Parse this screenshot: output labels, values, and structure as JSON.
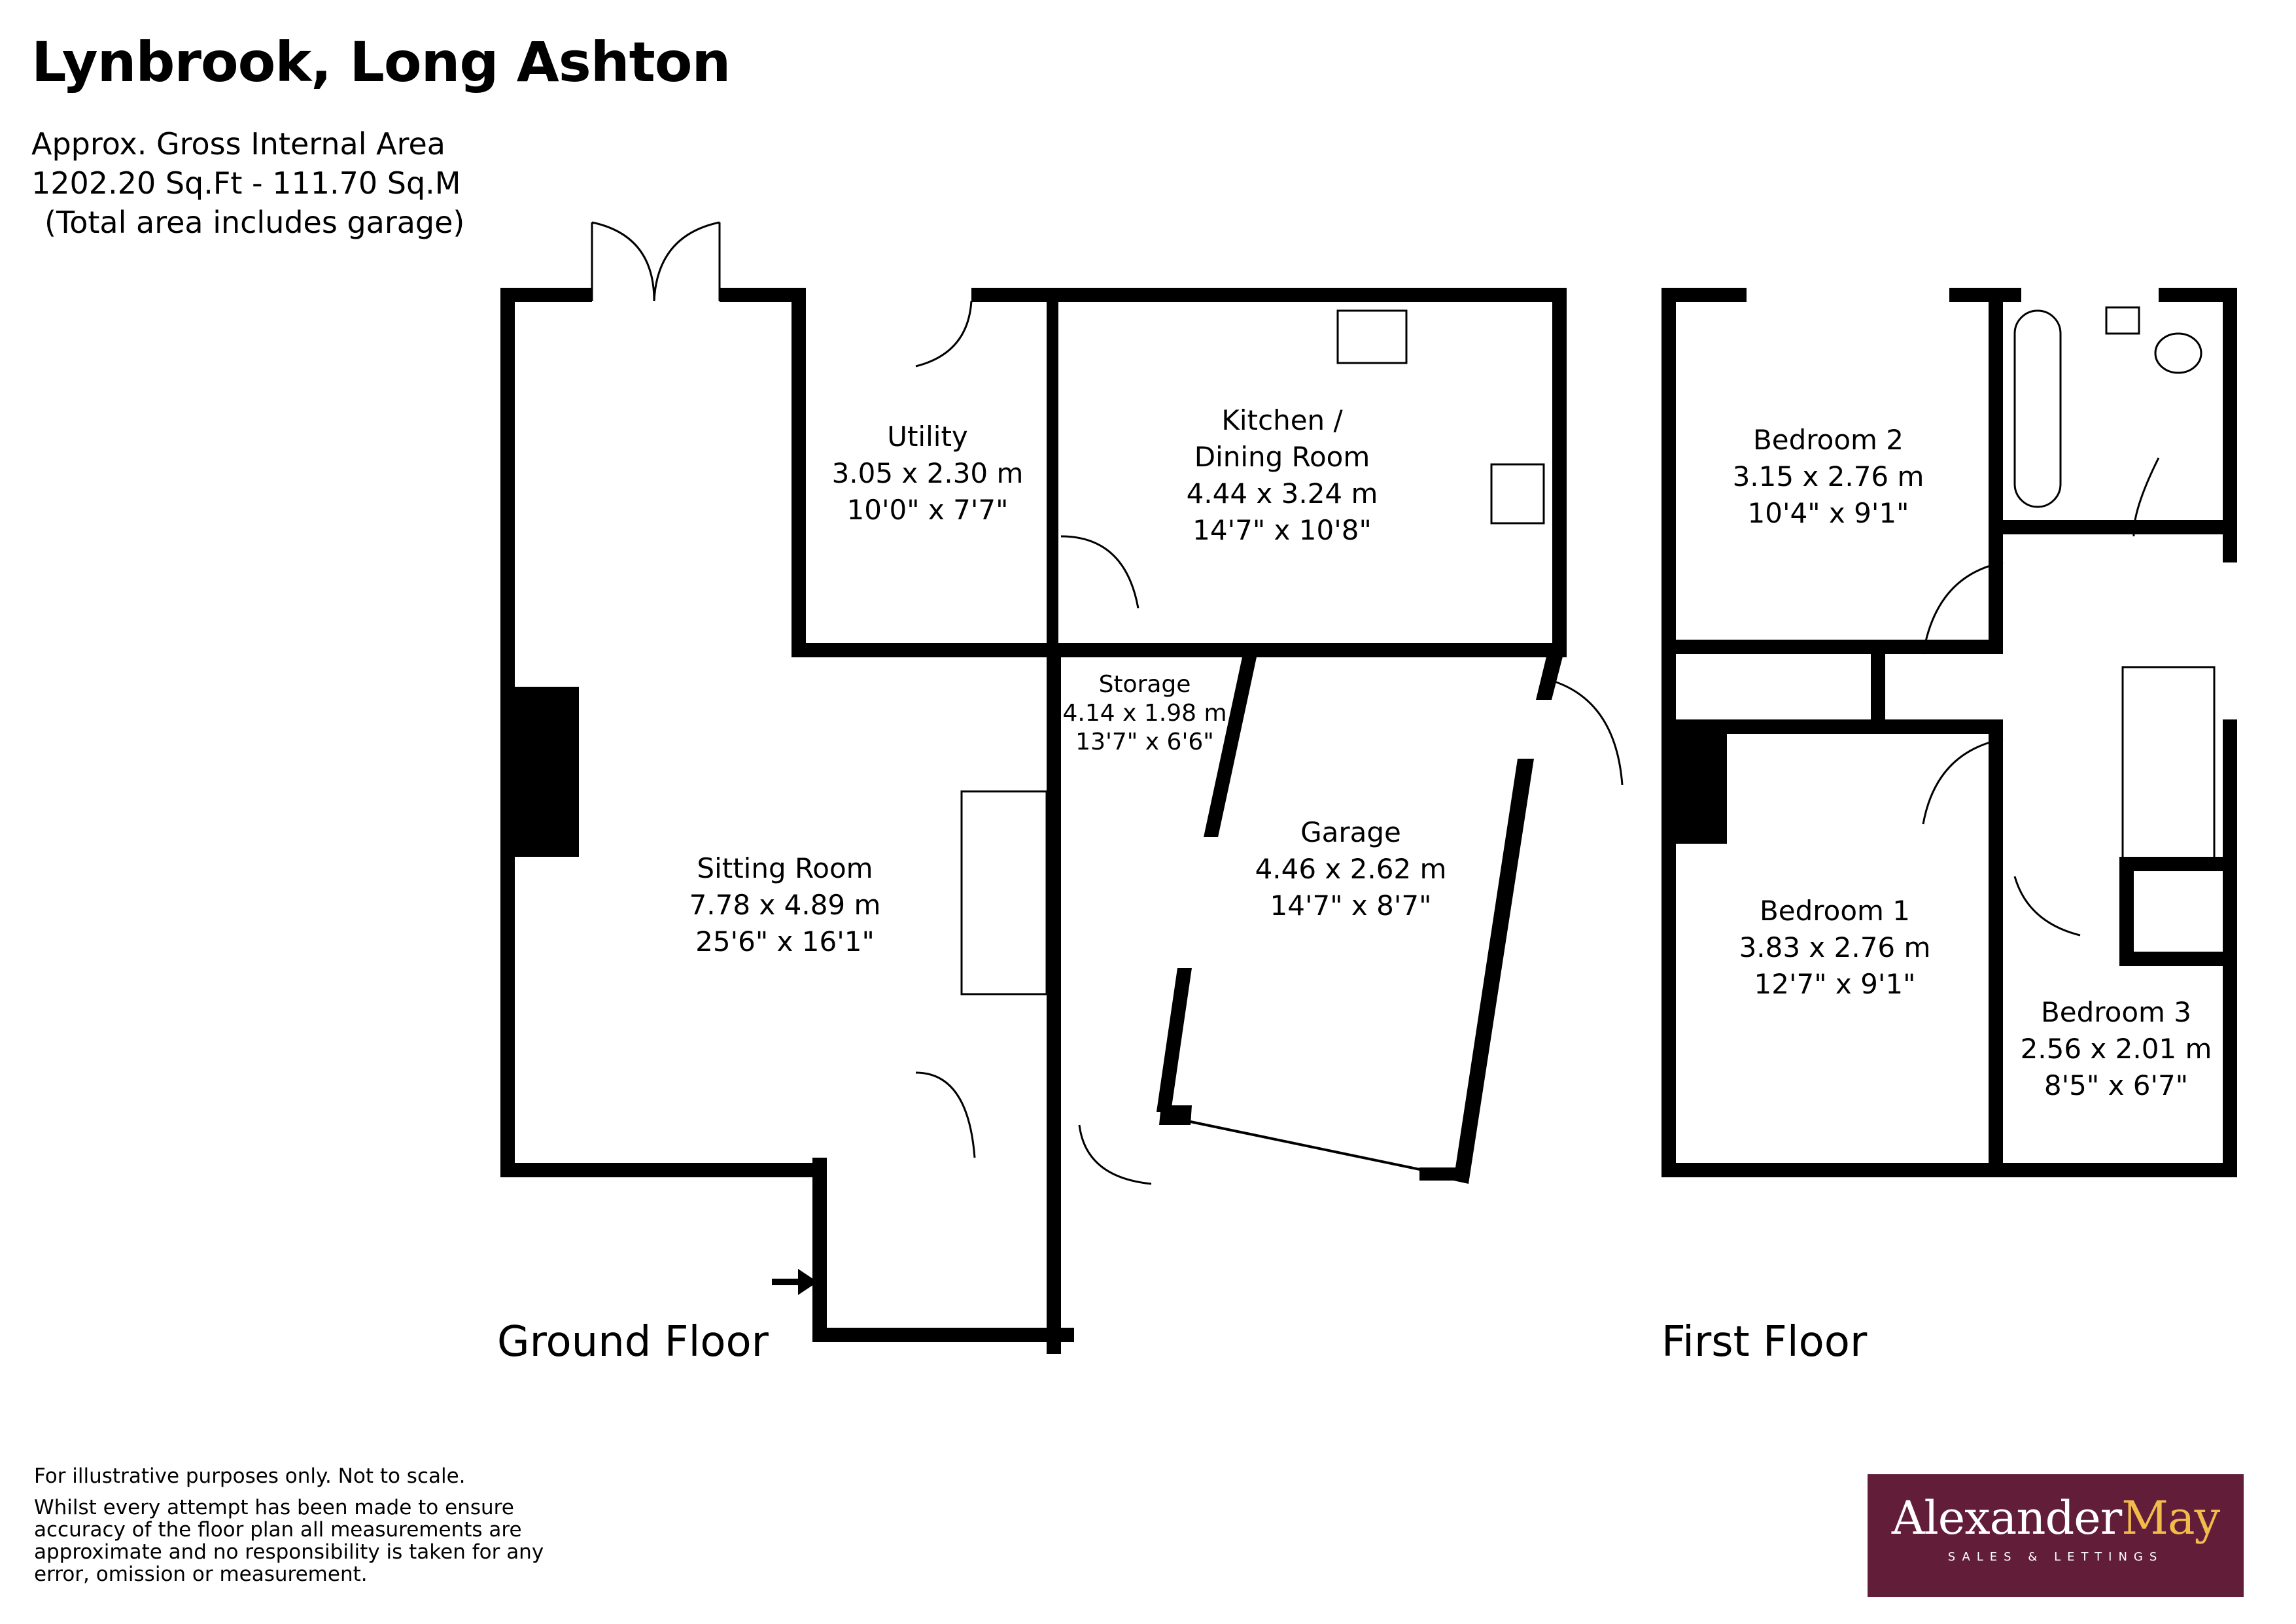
{
  "header": {
    "title": "Lynbrook, Long Ashton",
    "area_lines": [
      "Approx. Gross Internal Area",
      "1202.20 Sq.Ft - 111.70 Sq.M",
      "(Total area includes garage)"
    ]
  },
  "ground_floor": {
    "label": "Ground Floor",
    "rooms": [
      {
        "name": "Utility",
        "metric": "3.05 x 2.30 m",
        "imperial": "10'0\" x 7'7\""
      },
      {
        "name": "Kitchen /",
        "name2": "Dining Room",
        "metric": "4.44 x 3.24 m",
        "imperial": "14'7\" x 10'8\""
      },
      {
        "name": "Storage",
        "metric": "4.14 x 1.98 m",
        "imperial": "13'7\" x 6'6\""
      },
      {
        "name": "Garage",
        "metric": "4.46 x 2.62 m",
        "imperial": "14'7\" x 8'7\""
      },
      {
        "name": "Sitting Room",
        "metric": "7.78 x 4.89 m",
        "imperial": "25'6\" x 16'1\""
      }
    ]
  },
  "first_floor": {
    "label": "First Floor",
    "rooms": [
      {
        "name": "Bedroom 2",
        "metric": "3.15 x 2.76 m",
        "imperial": "10'4\" x 9'1\""
      },
      {
        "name": "Bedroom 1",
        "metric": "3.83 x 2.76 m",
        "imperial": "12'7\" x 9'1\""
      },
      {
        "name": "Bedroom 3",
        "metric": "2.56 x 2.01 m",
        "imperial": "8'5\" x 6'7\""
      }
    ]
  },
  "disclaimer": {
    "line1": "For illustrative purposes only. Not to scale.",
    "line2": "Whilst every attempt has been made to ensure accuracy of the floor plan all measurements are approximate and no responsibility is taken for any error, omission or measurement."
  },
  "logo": {
    "brand_part1": "Alexander",
    "brand_part2": "May",
    "tagline": "SALES & LETTINGS",
    "bg_color": "#621d39",
    "accent_color": "#f2bc4b"
  }
}
